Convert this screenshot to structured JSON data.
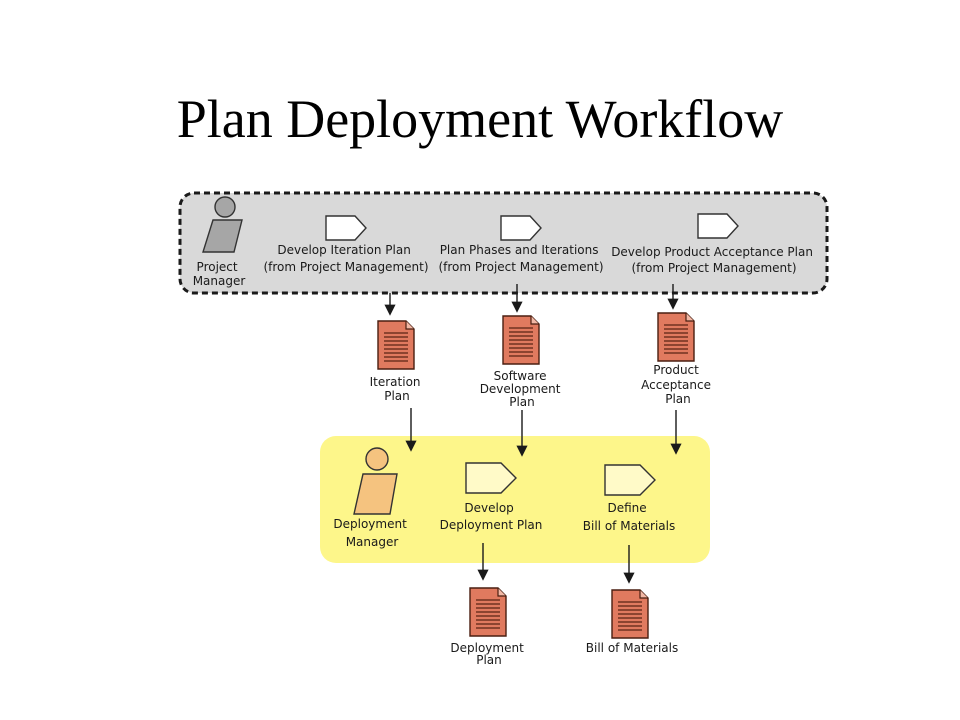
{
  "title": "Plan Deployment Workflow",
  "colors": {
    "top_swimlane_fill": "#d9d9d9",
    "bottom_swimlane_fill": "#fdf68a",
    "artifact_fill": "#e07a5f",
    "activity_top_fill": "#ffffff",
    "activity_bottom_fill": "#fffac8",
    "role_top_fill": "#a6a6a6",
    "role_bottom_fill": "#f5c37f"
  },
  "top_lane": {
    "role": [
      "Project",
      "Manager"
    ],
    "activities": [
      [
        "Develop Iteration Plan",
        "(from Project Management)"
      ],
      [
        "Plan Phases and Iterations",
        "(from Project Management)"
      ],
      [
        "Develop Product Acceptance Plan",
        "(from Project Management)"
      ]
    ]
  },
  "artifacts_middle": [
    [
      "Iteration",
      "Plan"
    ],
    [
      "Software",
      "Development",
      "Plan"
    ],
    [
      "Product",
      "Acceptance",
      "Plan"
    ]
  ],
  "bottom_lane": {
    "role": [
      "Deployment",
      "Manager"
    ],
    "activities": [
      [
        "Develop",
        "Deployment Plan"
      ],
      [
        "Define",
        "Bill of Materials"
      ]
    ]
  },
  "artifacts_output": [
    [
      "Deployment",
      "Plan"
    ],
    [
      "Bill of Materials"
    ]
  ]
}
